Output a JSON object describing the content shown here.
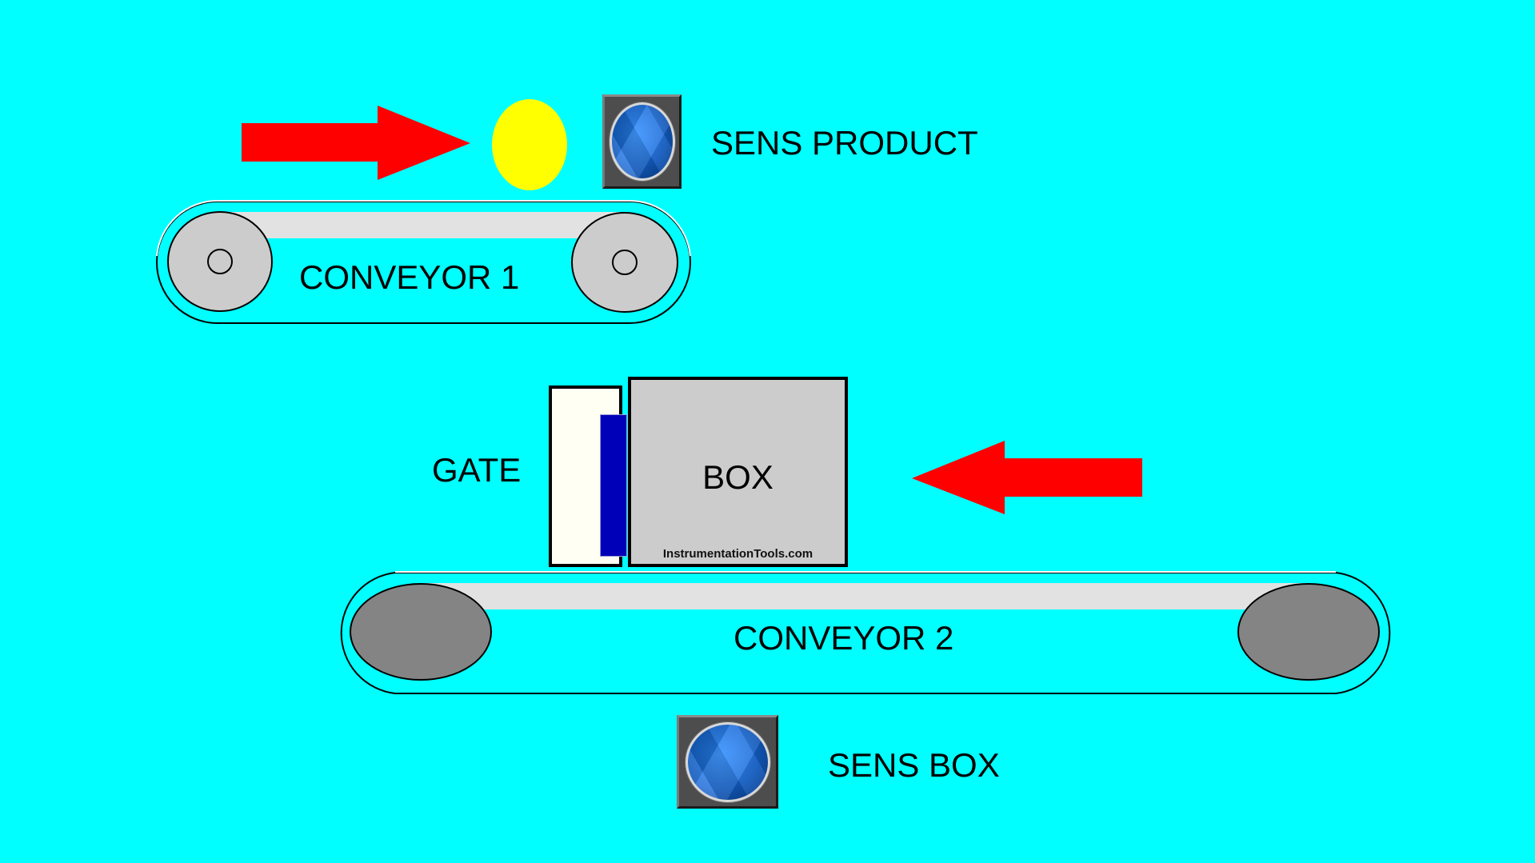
{
  "screen": {
    "title": "Conveyor Box Filling HMI",
    "background_color": "#00FFFF"
  },
  "conveyor_1": {
    "label": "CONVEYOR 1",
    "pulley_color": "#CCCCCC",
    "belt_color": "#E2E2E2"
  },
  "conveyor_2": {
    "label": "CONVEYOR 2",
    "pulley_color": "#848484",
    "belt_color": "#E2E2E2"
  },
  "product_arrow": {
    "direction": "right",
    "color": "#FF0000"
  },
  "box_arrow": {
    "direction": "left",
    "color": "#FF0000"
  },
  "product": {
    "color": "#FFFF00"
  },
  "sensor_product": {
    "label": "SENS PRODUCT",
    "lamp_color": "#1466D6"
  },
  "sensor_box": {
    "label": "SENS BOX",
    "lamp_color": "#1466D6"
  },
  "gate": {
    "label": "GATE",
    "frame_color": "#FFFFF3",
    "bar_color": "#0000B8"
  },
  "box": {
    "label": "BOX",
    "watermark": "InstrumentationTools.com",
    "color": "#CCCCCC"
  }
}
